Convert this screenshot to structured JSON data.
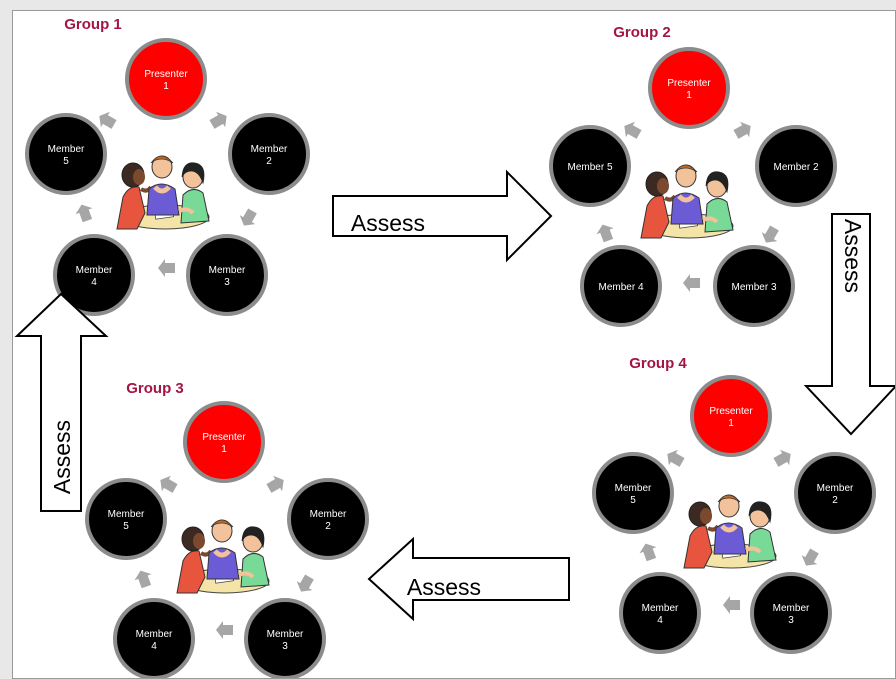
{
  "groups": [
    {
      "title": "Group 1",
      "presenter": {
        "line1": "Presenter",
        "line2": "1"
      },
      "members": [
        {
          "line1": "Member",
          "line2": "2"
        },
        {
          "line1": "Member",
          "line2": "3"
        },
        {
          "line1": "Member",
          "line2": "4"
        },
        {
          "line1": "Member",
          "line2": "5"
        }
      ]
    },
    {
      "title": "Group 2",
      "presenter": {
        "line1": "Presenter",
        "line2": "1"
      },
      "members": [
        {
          "line1": "Member  2",
          "line2": ""
        },
        {
          "line1": "Member  3",
          "line2": ""
        },
        {
          "line1": "Member  4",
          "line2": ""
        },
        {
          "line1": "Member  5",
          "line2": ""
        }
      ]
    },
    {
      "title": "Group 3",
      "presenter": {
        "line1": "Presenter",
        "line2": "1"
      },
      "members": [
        {
          "line1": "Member",
          "line2": "2"
        },
        {
          "line1": "Member",
          "line2": "3"
        },
        {
          "line1": "Member",
          "line2": "4"
        },
        {
          "line1": "Member",
          "line2": "5"
        }
      ]
    },
    {
      "title": "Group 4",
      "presenter": {
        "line1": "Presenter",
        "line2": "1"
      },
      "members": [
        {
          "line1": "Member",
          "line2": "2"
        },
        {
          "line1": "Member",
          "line2": "3"
        },
        {
          "line1": "Member",
          "line2": "4"
        },
        {
          "line1": "Member",
          "line2": "5"
        }
      ]
    }
  ],
  "arrows": [
    {
      "label": "Assess",
      "from": "Group 1",
      "to": "Group 2"
    },
    {
      "label": "Assess",
      "from": "Group 2",
      "to": "Group 4"
    },
    {
      "label": "Assess",
      "from": "Group 4",
      "to": "Group 3"
    },
    {
      "label": "Assess",
      "from": "Group 3",
      "to": "Group 1"
    }
  ],
  "colors": {
    "presenter": "#ff0000",
    "member": "#000000",
    "ring": "#8c8c8c",
    "group_title": "#a31545",
    "cycle_arrow": "#a6a6a6",
    "assess_arrow_fill": "#ffffff",
    "assess_arrow_stroke": "#000000"
  },
  "icons": {
    "group_illustration": "three-people-at-table-icon",
    "flow_arrow": "block-arrow-icon",
    "rotation_arrow": "small-gray-arrow-icon"
  }
}
